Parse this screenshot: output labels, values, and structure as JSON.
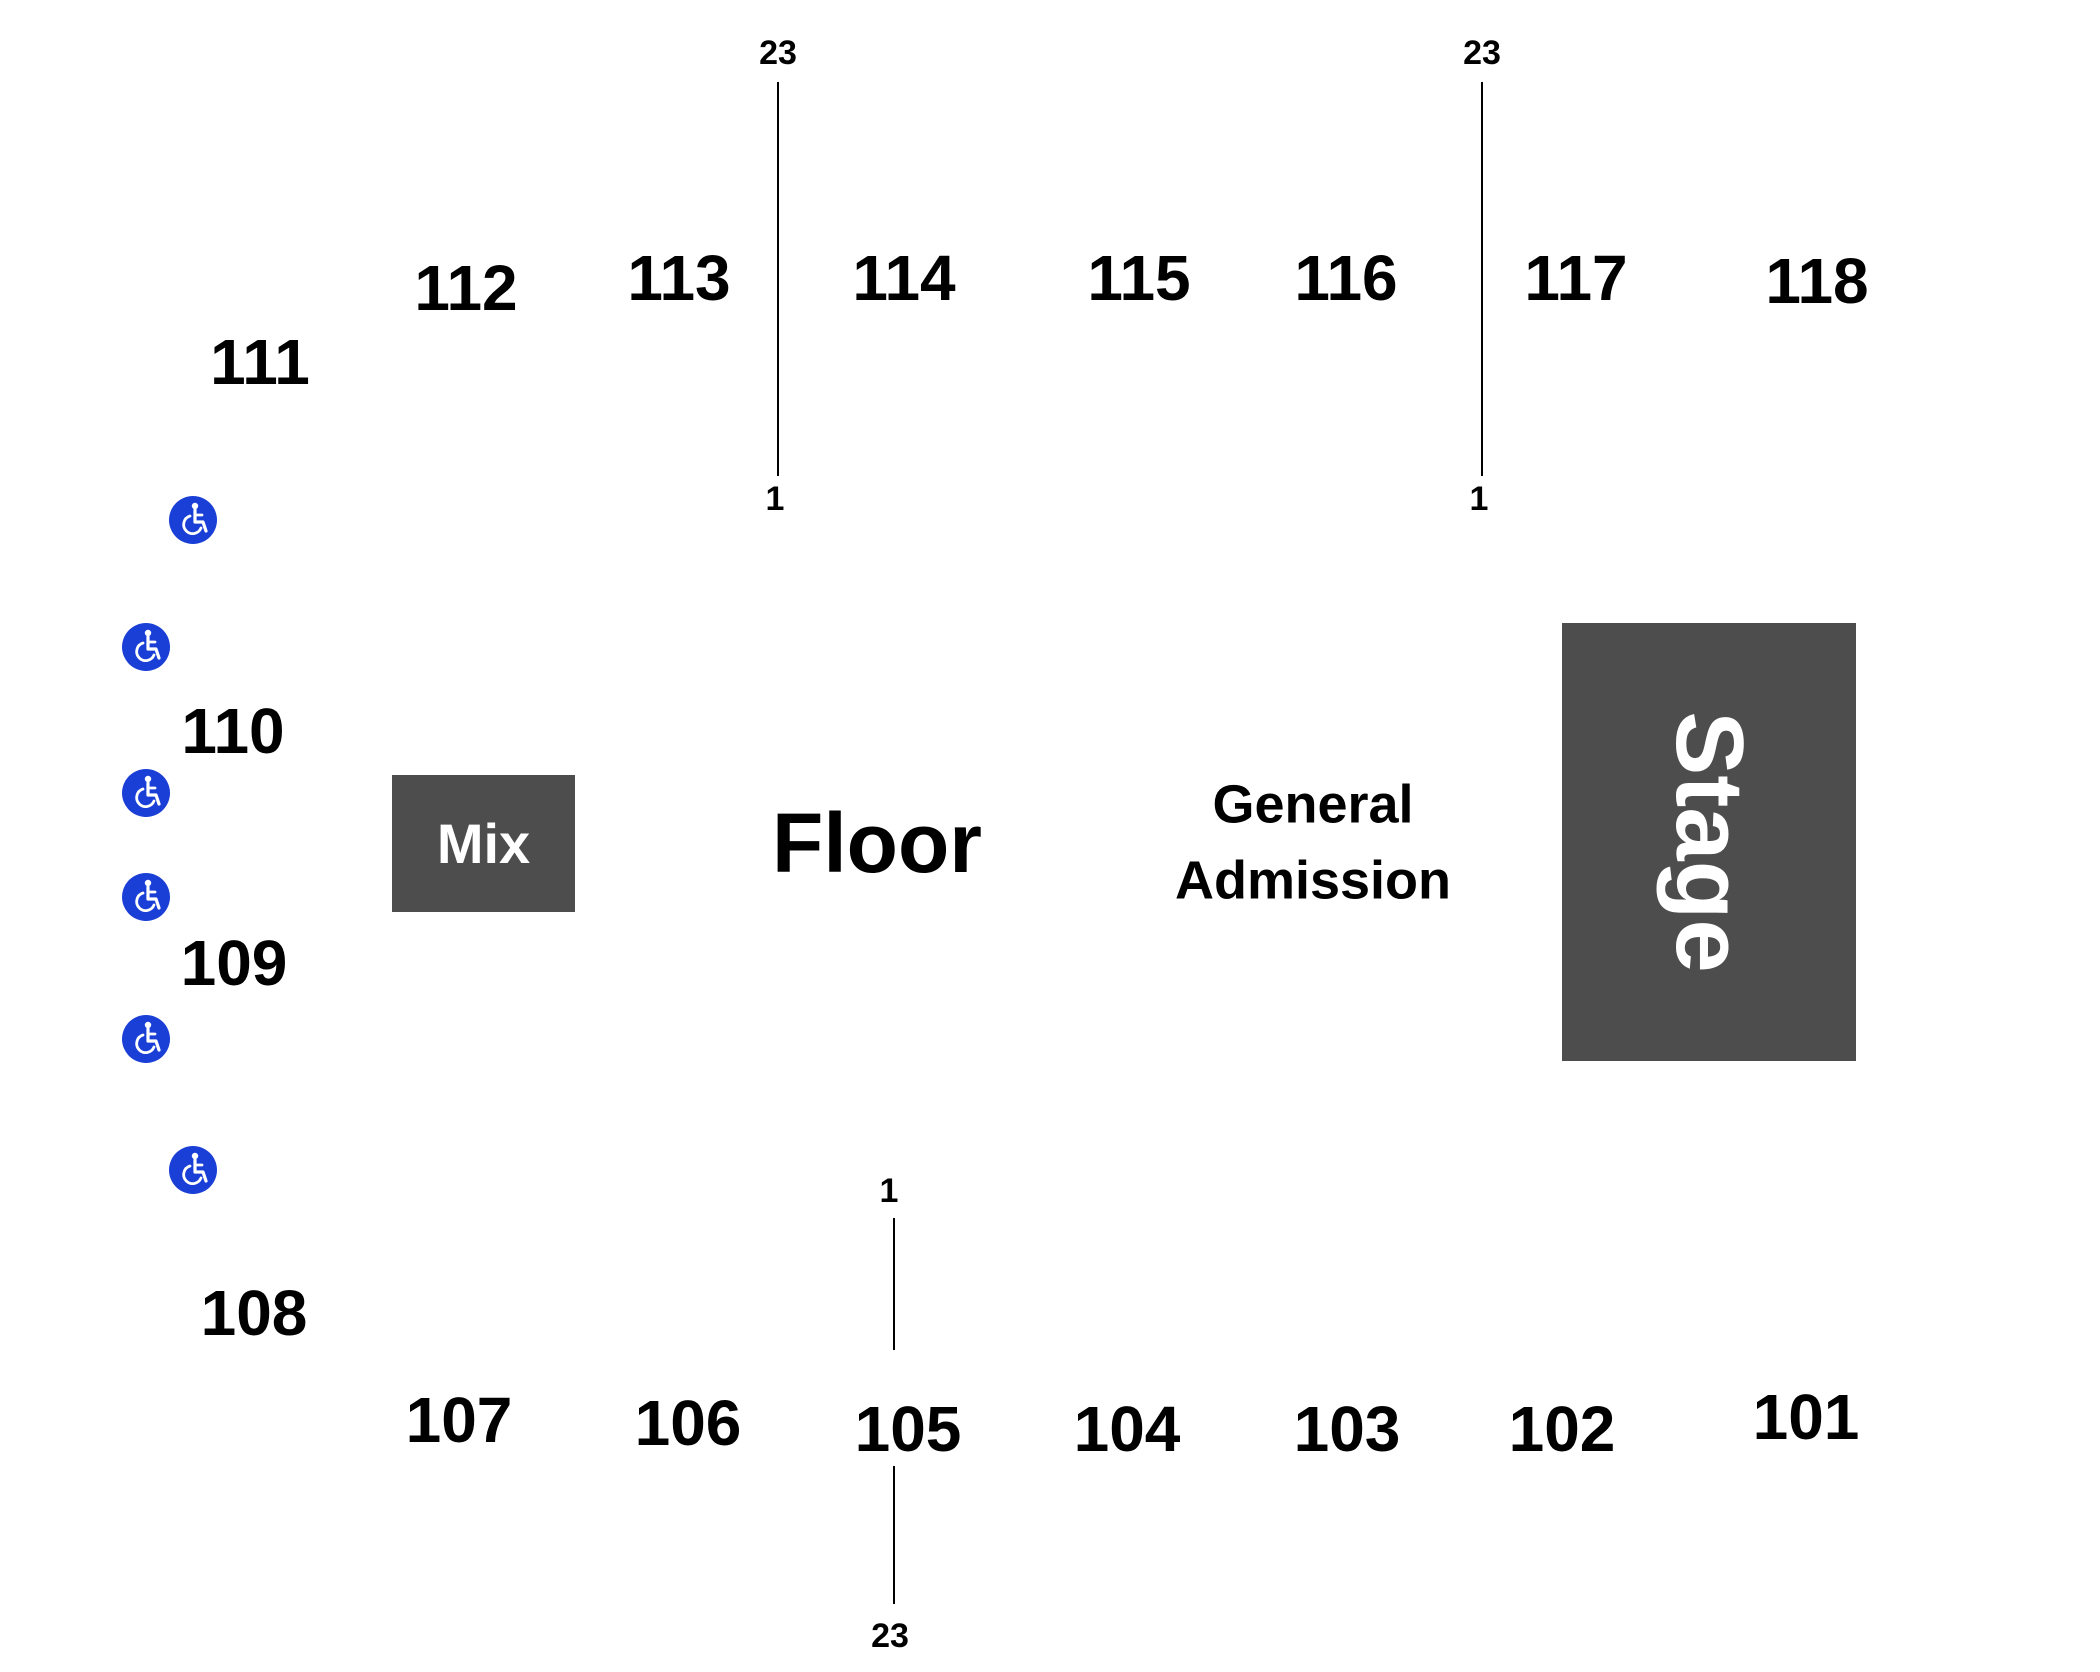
{
  "sections": {
    "s101": "101",
    "s102": "102",
    "s103": "103",
    "s104": "104",
    "s105": "105",
    "s106": "106",
    "s107": "107",
    "s108": "108",
    "s109": "109",
    "s110": "110",
    "s111": "111",
    "s112": "112",
    "s113": "113",
    "s114": "114",
    "s115": "115",
    "s116": "116",
    "s117": "117",
    "s118": "118"
  },
  "rows": {
    "left_top": "23",
    "left_bottom": "1",
    "right_top": "23",
    "right_bottom": "1",
    "bottom_top": "1",
    "bottom_bottom": "23"
  },
  "labels": {
    "mix": "Mix",
    "floor": "Floor",
    "general_line1": "General",
    "general_line2": "Admission",
    "stage": "Stage"
  },
  "colors": {
    "block_fill": "#4d4d4d",
    "accessible_blue": "#1a3fd6"
  },
  "icons": {
    "accessible": "wheelchair-accessible-icon"
  }
}
